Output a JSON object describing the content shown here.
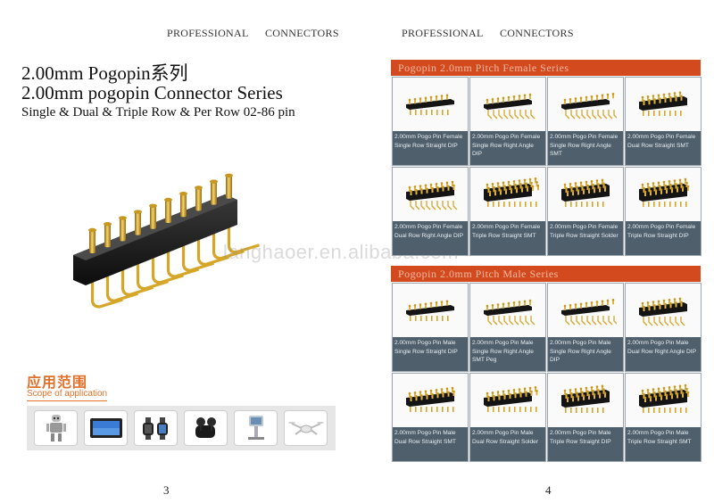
{
  "header": {
    "left_a": "PROFESSIONAL",
    "left_b": "CONNECTORS",
    "right_a": "PROFESSIONAL",
    "right_b": "CONNECTORS"
  },
  "left_page": {
    "title_cn": "2.00mm Pogopin系列",
    "title_en": "2.00mm pogopin Connector Series",
    "subtitle": "Single & Dual & Triple Row & Per Row 02-86 pin",
    "scope_cn": "应用范围",
    "scope_en": "Scope of application",
    "app_icons": [
      "robot-icon",
      "tablet-icon",
      "smartwatch-icon",
      "earbuds-icon",
      "medical-device-icon",
      "drone-icon"
    ],
    "page_number": "3"
  },
  "watermark": "langhaoer.en.alibaba.com",
  "right_page": {
    "female_section": {
      "title": "Pogopin 2.0mm Pitch Female Series",
      "items": [
        {
          "line1": "2.00mm Pogo Pin Female",
          "line2": "Single Row Straight DIP",
          "rows": 1,
          "angle": "straight"
        },
        {
          "line1": "2.00mm Pogo Pin Female",
          "line2": "Single Row Right Angle DIP",
          "rows": 1,
          "angle": "right"
        },
        {
          "line1": "2.00mm Pogo Pin Female",
          "line2": "Single Row Right Angle SMT",
          "rows": 1,
          "angle": "right"
        },
        {
          "line1": "2.00mm Pogo Pin Female",
          "line2": "Dual Row Straight SMT",
          "rows": 2,
          "angle": "straight"
        },
        {
          "line1": "2.00mm Pogo Pin Female",
          "line2": "Dual Row Right Angle DIP",
          "rows": 2,
          "angle": "right"
        },
        {
          "line1": "2.00mm Pogo Pin Female",
          "line2": "Triple Row Straight SMT",
          "rows": 3,
          "angle": "straight"
        },
        {
          "line1": "2.00mm Pogo Pin Female",
          "line2": "Triple Row Straight Solder",
          "rows": 3,
          "angle": "straight"
        },
        {
          "line1": "2.00mm Pogo Pin Female",
          "line2": "Triple Row Straight DIP",
          "rows": 3,
          "angle": "straight"
        }
      ]
    },
    "male_section": {
      "title": "Pogopin 2.0mm Pitch Male Series",
      "items": [
        {
          "line1": "2.00mm Pogo Pin Male",
          "line2": "Single Row Straight DIP",
          "line3": "",
          "rows": 1,
          "angle": "straight"
        },
        {
          "line1": "2.00mm Pogo Pin Male",
          "line2": "Single Row Right Angle",
          "line3": "SMT Peg",
          "rows": 1,
          "angle": "right"
        },
        {
          "line1": "2.00mm Pogo Pin Male",
          "line2": "Single Row Right Angle DIP",
          "line3": "",
          "rows": 1,
          "angle": "right"
        },
        {
          "line1": "2.00mm Pogo Pin Male",
          "line2": "Dual Row Right Angle DIP",
          "line3": "",
          "rows": 2,
          "angle": "right"
        },
        {
          "line1": "2.00mm Pogo Pin Male",
          "line2": "Dual Row Straight SMT",
          "line3": "",
          "rows": 2,
          "angle": "straight"
        },
        {
          "line1": "2.00mm Pogo Pin Male",
          "line2": "Dual Row Straight Solder",
          "line3": "",
          "rows": 2,
          "angle": "straight"
        },
        {
          "line1": "2.00mm Pogo Pin Male",
          "line2": "Triple Row Straight DIP",
          "line3": "",
          "rows": 3,
          "angle": "straight"
        },
        {
          "line1": "2.00mm Pogo Pin Male",
          "line2": "Triple Row Straight SMT",
          "line3": "",
          "rows": 3,
          "angle": "straight"
        }
      ]
    },
    "page_number": "4"
  },
  "colors": {
    "banner": "#d44a1f",
    "banner_text": "#f3b9a2",
    "caption_bg": "#4f5f6c",
    "accent": "#e0702a",
    "gold": "#d6a628",
    "body": "#1a1a1a"
  }
}
